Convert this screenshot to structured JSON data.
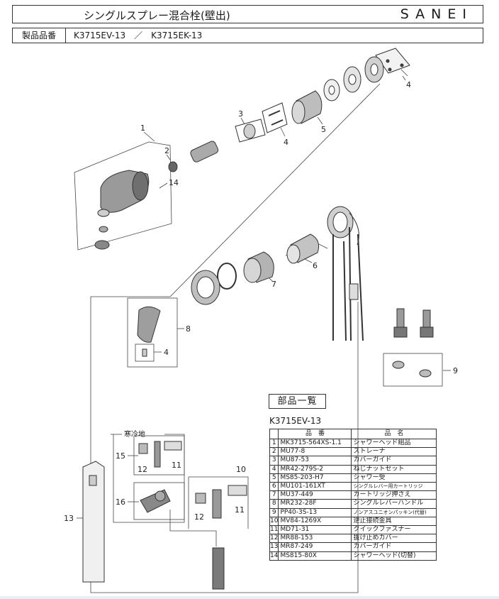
{
  "header": {
    "title": "シングルスプレー混合栓(壁出)",
    "brand": "SANEI",
    "product_label": "製品品番",
    "product_numbers": "K3715EV-13　／　K3715EK-13"
  },
  "diagram": {
    "callouts": [
      "1",
      "2",
      "3",
      "4",
      "4",
      "4",
      "5",
      "6",
      "7",
      "8",
      "9",
      "10",
      "11",
      "11",
      "12",
      "12",
      "13",
      "14",
      "15",
      "16"
    ],
    "region_label": "寒冷地"
  },
  "parts": {
    "heading": "部品一覧",
    "model": "K3715EV-13",
    "columns": {
      "code": "品　番",
      "name": "品　名"
    },
    "rows": [
      {
        "no": "1",
        "code": "MK3715-564XS-1.1",
        "name": "シャワーヘッド組品"
      },
      {
        "no": "2",
        "code": "MU77-8",
        "name": "ストレーナ"
      },
      {
        "no": "3",
        "code": "MU87-53",
        "name": "カバーガイド"
      },
      {
        "no": "4",
        "code": "MR42-279S-2",
        "name": "ねじナットセット"
      },
      {
        "no": "5",
        "code": "MS85-203-H7",
        "name": "シャワー受"
      },
      {
        "no": "6",
        "code": "MU101-161XT",
        "name": "シングルレバー用カートリッジ"
      },
      {
        "no": "7",
        "code": "MU37-449",
        "name": "カートリッジ押さえ"
      },
      {
        "no": "8",
        "code": "MR232-28F",
        "name": "シングルレバーハンドル"
      },
      {
        "no": "9",
        "code": "PP40-3S-13",
        "name": "ノンアスユニオンパッキン(代替)"
      },
      {
        "no": "10",
        "code": "MV84-1269X",
        "name": "逆止接続金具"
      },
      {
        "no": "11",
        "code": "MD71-31",
        "name": "クイックファスナー"
      },
      {
        "no": "12",
        "code": "MR88-153",
        "name": "抜け止めカバー"
      },
      {
        "no": "13",
        "code": "MR87-249",
        "name": "カバーガイド"
      },
      {
        "no": "14",
        "code": "MS815-80X",
        "name": "シャワーヘッド(切替)"
      }
    ]
  }
}
